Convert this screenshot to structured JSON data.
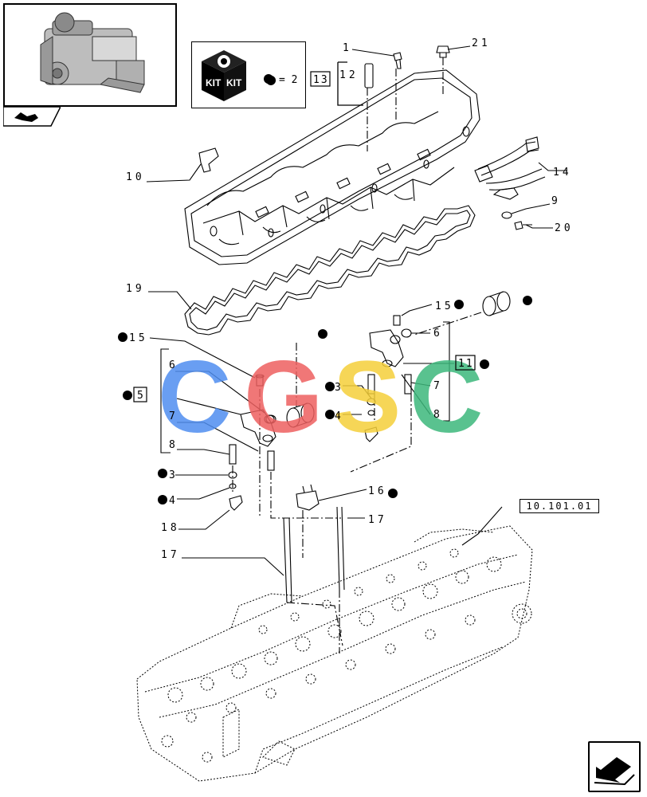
{
  "kit": {
    "icon_text_1": "KIT",
    "icon_text_2": "KIT",
    "bullet": "●",
    "eq": "= 2"
  },
  "ref_label": "10.101.01",
  "watermark": [
    "C",
    "G",
    "S",
    "C"
  ],
  "watermark_colors": [
    "#4f8ef0",
    "#ee6060",
    "#f5cf3a",
    "#3db87c"
  ],
  "callouts": {
    "c1": "1",
    "c21": "21",
    "c13": "13",
    "c12": "12",
    "c10": "10",
    "c14": "14",
    "c9": "9",
    "c20": "20",
    "c19": "19",
    "c15a": "15",
    "c15b": "15",
    "c6a": "6",
    "c6b": "6",
    "c11": "11",
    "c7a": "7",
    "c7b": "7",
    "c8a": "8",
    "c8b": "8",
    "c5": "5",
    "c3a": "3",
    "c3b": "3",
    "c4a": "4",
    "c4b": "4",
    "c16": "16",
    "c17a": "17",
    "c17b": "17",
    "c18": "18"
  }
}
